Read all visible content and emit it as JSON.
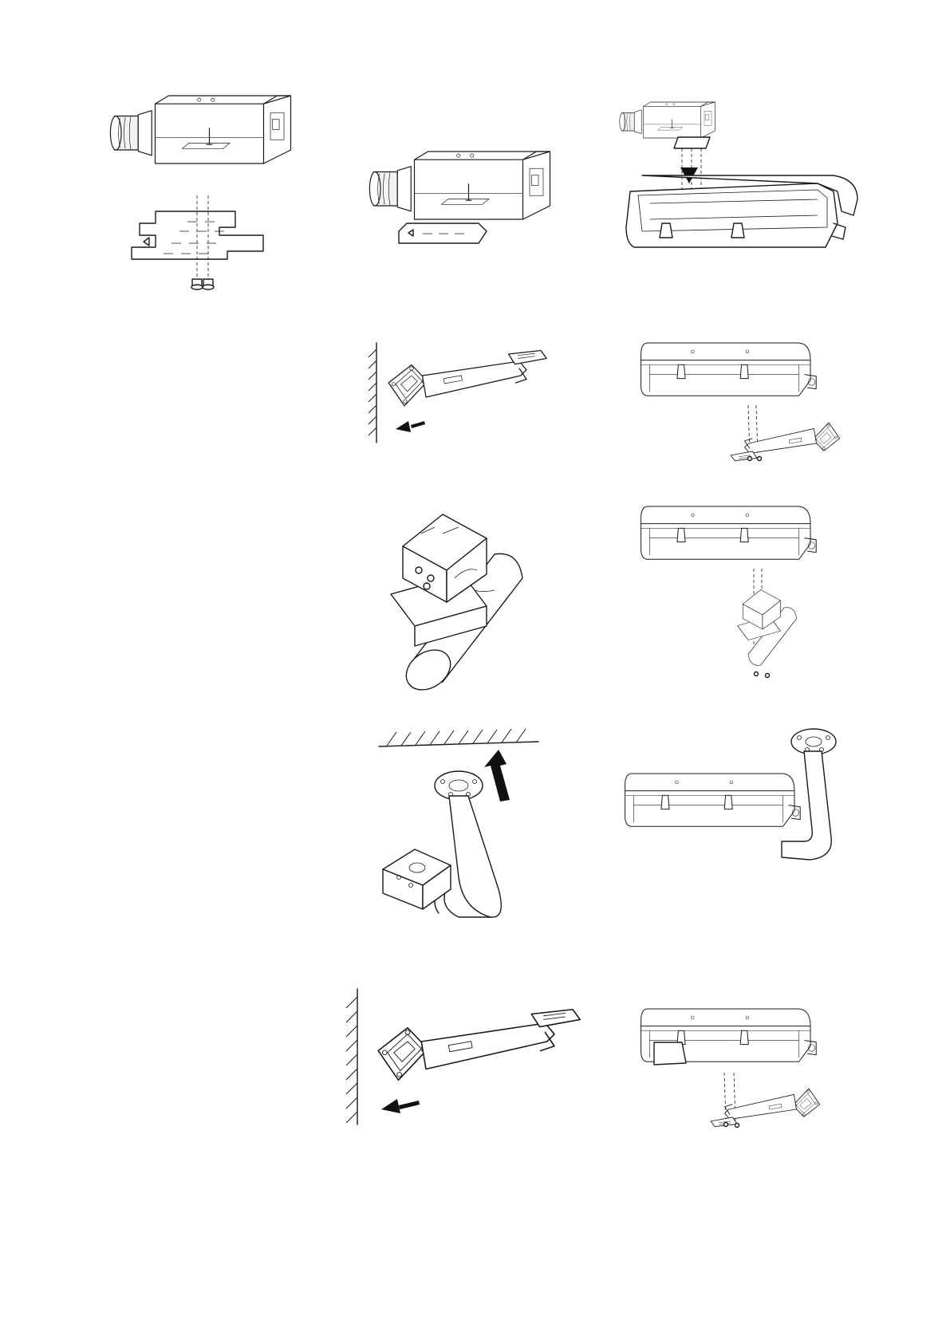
{
  "page": {
    "description_visible_text": ""
  },
  "figures": [
    {
      "id": "camera-mount-plate",
      "icon": "camera-with-mounting-plate-exploded"
    },
    {
      "id": "camera-plate-attached",
      "icon": "camera-with-plate"
    },
    {
      "id": "camera-into-housing",
      "icon": "camera-inserted-into-housing"
    },
    {
      "id": "wall-bracket-install",
      "icon": "wall-bracket"
    },
    {
      "id": "housing-on-wall-bracket",
      "icon": "housing-on-wall-bracket"
    },
    {
      "id": "pole-adapter",
      "icon": "pole-mount-adapter"
    },
    {
      "id": "housing-on-pole-adapter",
      "icon": "housing-on-pole-adapter"
    },
    {
      "id": "ceiling-bracket-install",
      "icon": "ceiling-bracket"
    },
    {
      "id": "housing-on-ceiling-bracket",
      "icon": "housing-on-ceiling-bracket"
    },
    {
      "id": "wall-bracket-install-2",
      "icon": "wall-bracket"
    },
    {
      "id": "housing-on-wall-bracket-2",
      "icon": "housing-on-wall-bracket"
    }
  ]
}
